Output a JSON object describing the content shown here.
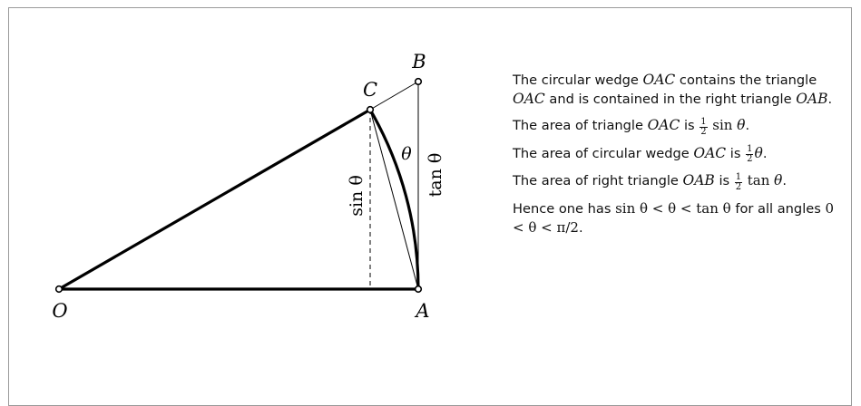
{
  "diagram": {
    "points": {
      "O": "O",
      "A": "A",
      "B": "B",
      "C": "C"
    },
    "labels": {
      "sin": "sin θ",
      "tan": "tan θ",
      "theta": "θ"
    }
  },
  "text": {
    "p1": {
      "a": "The circular wedge ",
      "m1": "OAC",
      "b": " contains the triangle ",
      "m2": "OAC",
      "c": " and is contained in the right triangle ",
      "m3": "OAB",
      "d": "."
    },
    "p2": {
      "a": "The area of triangle ",
      "m1": "OAC",
      "b": " is ",
      "num": "1",
      "den": "2",
      "fn": "sin",
      "v": "θ",
      "c": "."
    },
    "p3": {
      "a": "The area of circular wedge ",
      "m1": "OAC",
      "b": " is ",
      "num": "1",
      "den": "2",
      "v": "θ",
      "c": "."
    },
    "p4": {
      "a": "The area of right triangle ",
      "m1": "OAB",
      "b": " is ",
      "num": "1",
      "den": "2",
      "fn": "tan",
      "v": "θ",
      "c": "."
    },
    "p5": {
      "a": "Hence one has ",
      "expr": "sin θ < θ < tan θ",
      "b": " for all angles ",
      "expr2": "0 < θ < π/2",
      "c": "."
    }
  }
}
